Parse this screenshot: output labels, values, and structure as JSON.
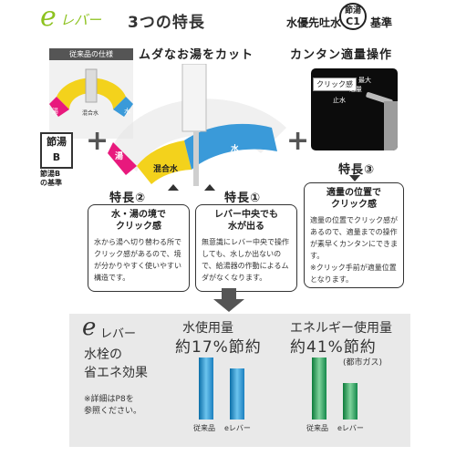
{
  "header": {
    "logo_mark": "e",
    "logo_text": "レバー",
    "title": "3つの特長",
    "standard_left": "水優先吐水",
    "badge_top": "節湯",
    "badge_bottom": "C1",
    "standard_right": "基準"
  },
  "features_top": {
    "left_heading": "ムダなお湯をカット",
    "right_heading": "カンタン適量操作",
    "old_spec_label": "従来品の仕様",
    "old_dial_labels": [
      "湯",
      "混合水",
      "水"
    ],
    "dial_labels": [
      "湯",
      "混合水",
      "水"
    ],
    "std_box": [
      "節湯",
      "B"
    ],
    "std_note": "節湯B\nの基準",
    "photo": {
      "tag": "クリック感",
      "labels": [
        "最大",
        "適量",
        "止水"
      ]
    }
  },
  "callouts": [
    {
      "tag": "特長②",
      "title": "水・湯の境で\nクリック感",
      "body": "水から湯へ切り替わる所でクリック感があるので、境が分かりやすく使いやすい構造です。"
    },
    {
      "tag": "特長①",
      "title": "レバー中央でも\n水が出る",
      "body": "無意識にレバー中央で操作しても、水しか出ないので、給湯器の作動によるムダがなくなります。"
    },
    {
      "tag": "特長③",
      "title": "適量の位置で\nクリック感",
      "body": "適量の位置でクリック感があるので、適量までの操作が素早くカンタンにできます。\n※クリック手前が適量位置となります。"
    }
  ],
  "effect": {
    "logo_mark": "e",
    "logo_text": "レバー",
    "line1": "水栓の",
    "line2": "省エネ効果",
    "note": "※詳細はP8を\n参照ください。",
    "water": {
      "caption": "水使用量",
      "value": "約17%節約",
      "bars": [
        {
          "label": "従来品",
          "level": 1.0
        },
        {
          "label": "eレバー",
          "level": 0.83
        }
      ]
    },
    "energy": {
      "caption": "エネルギー使用量",
      "value": "約41%節約",
      "sub": "(都市ガス)",
      "bars": [
        {
          "label": "従来品",
          "level": 1.0
        },
        {
          "label": "eレバー",
          "level": 0.59
        }
      ]
    }
  },
  "colors": {
    "accent_green": "#8dc21f",
    "hot_pink": "#e8197d",
    "mix_yellow": "#f3d21c",
    "cold_blue": "#3a9ad9",
    "water_bar": "#1a7fbf",
    "energy_bar": "#14884a"
  }
}
